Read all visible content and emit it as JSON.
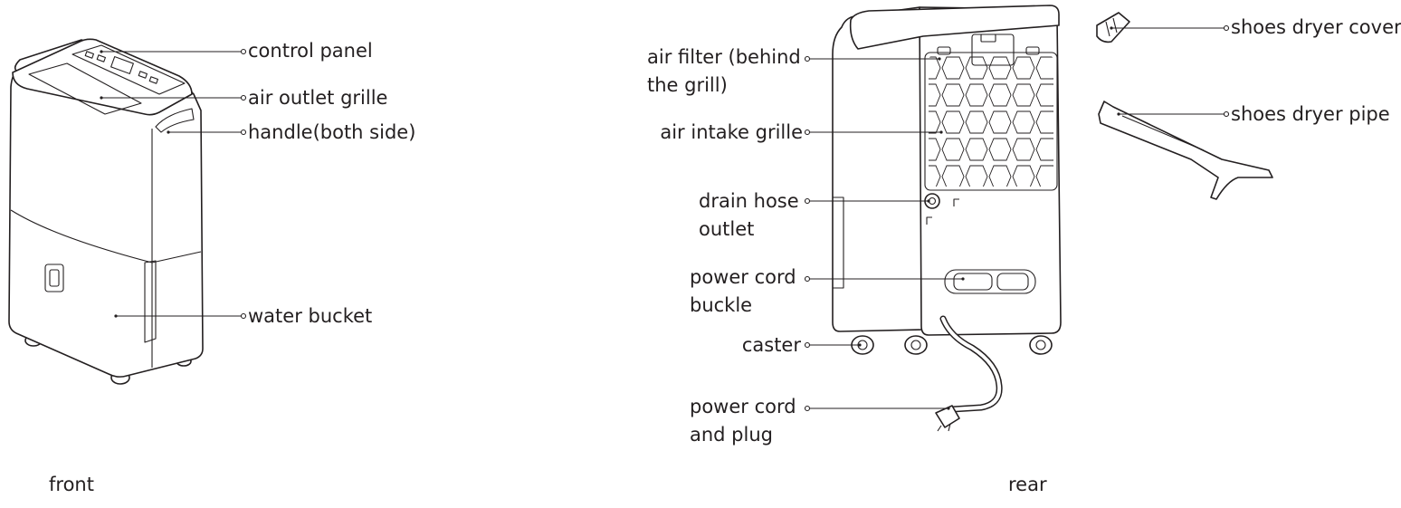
{
  "front": {
    "caption": "front",
    "labels": {
      "control_panel": "control panel",
      "air_outlet_grille": "air outlet grille",
      "handle": "handle(both side)",
      "water_bucket": "water bucket"
    }
  },
  "rear": {
    "caption": "rear",
    "labels": {
      "air_filter_1": "air filter (behind",
      "air_filter_2": "the grill)",
      "air_intake_grille": "air intake grille",
      "drain_hose_1": "drain hose",
      "drain_hose_2": "outlet",
      "power_cord_buckle_1": "power cord",
      "power_cord_buckle_2": "buckle",
      "caster": "caster",
      "power_cord_plug_1": "power cord",
      "power_cord_plug_2": "and plug"
    }
  },
  "accessories": {
    "shoes_dryer_cover": "shoes dryer cover",
    "shoes_dryer_pipe": "shoes dryer pipe"
  }
}
